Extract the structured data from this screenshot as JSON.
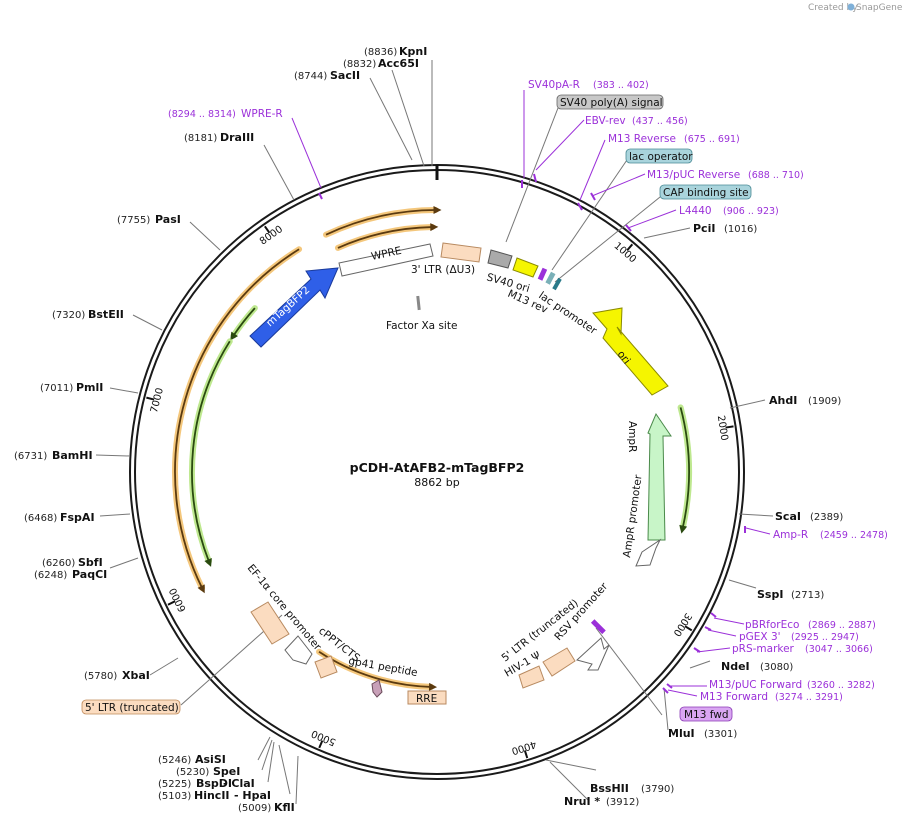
{
  "brand": {
    "created_by": "Created by",
    "name": "SnapGene"
  },
  "plasmid": {
    "name": "pCDH-AtAFB2-mTagBFP2",
    "length": "8862 bp"
  },
  "ticks": [
    "1000",
    "2000",
    "3000",
    "4000",
    "5000",
    "6000",
    "7000",
    "8000"
  ],
  "enzymes": [
    {
      "name": "KpnI",
      "pos": "(8836)"
    },
    {
      "name": "Acc65I",
      "pos": "(8832)"
    },
    {
      "name": "SacII",
      "pos": "(8744)"
    },
    {
      "name": "DraIII",
      "pos": "(8181)"
    },
    {
      "name": "PasI",
      "pos": "(7755)"
    },
    {
      "name": "BstEII",
      "pos": "(7320)"
    },
    {
      "name": "PmlI",
      "pos": "(7011)"
    },
    {
      "name": "BamHI",
      "pos": "(6731)"
    },
    {
      "name": "FspAI",
      "pos": "(6468)"
    },
    {
      "name": "SbfI",
      "pos": "(6260)"
    },
    {
      "name": "PaqCI",
      "pos": "(6248)"
    },
    {
      "name": "XbaI",
      "pos": "(5780)"
    },
    {
      "name": "AsiSI",
      "pos": "(5246)"
    },
    {
      "name": "SpeI",
      "pos": "(5230)"
    },
    {
      "name": "BspDI",
      "pos": "(5225)"
    },
    {
      "name": "- ClaI",
      "pos": ""
    },
    {
      "name": "HincII",
      "pos": "(5103)"
    },
    {
      "name": "- HpaI",
      "pos": ""
    },
    {
      "name": "KflI",
      "pos": "(5009)"
    },
    {
      "name": "PciI",
      "pos": "(1016)"
    },
    {
      "name": "AhdI",
      "pos": "(1909)"
    },
    {
      "name": "ScaI",
      "pos": "(2389)"
    },
    {
      "name": "SspI",
      "pos": "(2713)"
    },
    {
      "name": "NdeI",
      "pos": "(3080)"
    },
    {
      "name": "MluI",
      "pos": "(3301)"
    },
    {
      "name": "BssHII",
      "pos": "(3790)"
    },
    {
      "name": "NruI *",
      "pos": "(3912)"
    }
  ],
  "primers": [
    {
      "name": "WPRE-R",
      "pos": "(8294 .. 8314)"
    },
    {
      "name": "SV40pA-R",
      "pos": "(383 .. 402)"
    },
    {
      "name": "EBV-rev",
      "pos": "(437 .. 456)"
    },
    {
      "name": "M13 Reverse",
      "pos": "(675 .. 691)"
    },
    {
      "name": "M13/pUC Reverse",
      "pos": "(688 .. 710)"
    },
    {
      "name": "L4440",
      "pos": "(906 .. 923)"
    },
    {
      "name": "Amp-R",
      "pos": "(2459 .. 2478)"
    },
    {
      "name": "pBRforEco",
      "pos": "(2869 .. 2887)"
    },
    {
      "name": "pGEX 3'",
      "pos": "(2925 .. 2947)"
    },
    {
      "name": "pRS-marker",
      "pos": "(3047 .. 3066)"
    },
    {
      "name": "M13/pUC Forward",
      "pos": "(3260 .. 3282)"
    },
    {
      "name": "M13 Forward",
      "pos": "(3274 .. 3291)"
    }
  ],
  "boxed_labels": [
    {
      "name": "SV40 poly(A) signal",
      "color": "#c8c8c8"
    },
    {
      "name": "lac operator",
      "color": "#a9d4dc"
    },
    {
      "name": "CAP binding site",
      "color": "#a9d4dc"
    },
    {
      "name": "M13 fwd",
      "color": "#d9a6f2"
    },
    {
      "name": "5' LTR (truncated)",
      "color": "#fbdcc0"
    }
  ],
  "features": [
    {
      "name": "WPRE"
    },
    {
      "name": "3' LTR (ΔU3)"
    },
    {
      "name": "SV40 ori"
    },
    {
      "name": "M13 rev"
    },
    {
      "name": "lac promoter"
    },
    {
      "name": "Factor Xa site"
    },
    {
      "name": "mTagBFP2"
    },
    {
      "name": "ori"
    },
    {
      "name": "AmpR"
    },
    {
      "name": "AmpR promoter"
    },
    {
      "name": "RSV promoter"
    },
    {
      "name": "5' LTR (truncated)"
    },
    {
      "name": "HIV-1 Ψ"
    },
    {
      "name": "RRE"
    },
    {
      "name": "gp41 peptide"
    },
    {
      "name": "cPPT/CTS"
    },
    {
      "name": "EF-1α core promoter"
    }
  ],
  "colors": {
    "backbone": "#1a1a1a",
    "primer": "#9b30d9",
    "mTagBFP2": "#2f5fe8",
    "ori": "#f5f500",
    "AmpR": "#c8f5c8",
    "LTR": "#fbdcc0",
    "orf_gold": "#f0b450",
    "orf_green": "#a8e06a"
  }
}
